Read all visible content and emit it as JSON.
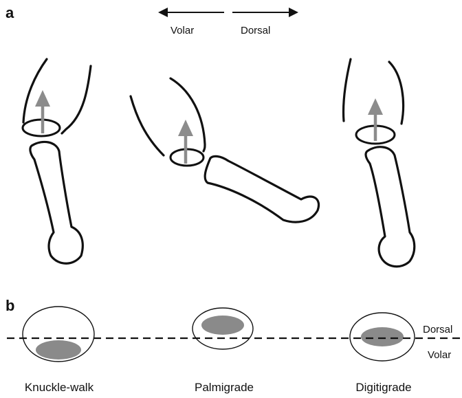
{
  "panel_a": {
    "label": "a",
    "direction": {
      "left_label": "Volar",
      "right_label": "Dorsal"
    }
  },
  "panel_b": {
    "label": "b",
    "line_labels": {
      "upper": "Dorsal",
      "lower": "Volar"
    },
    "captions": [
      "Knuckle-walk",
      "Palmigrade",
      "Digitigrade"
    ]
  },
  "colors": {
    "outline": "#111111",
    "force_arrow": "#8c8c8c",
    "contact_area": "#8a8a8a"
  }
}
